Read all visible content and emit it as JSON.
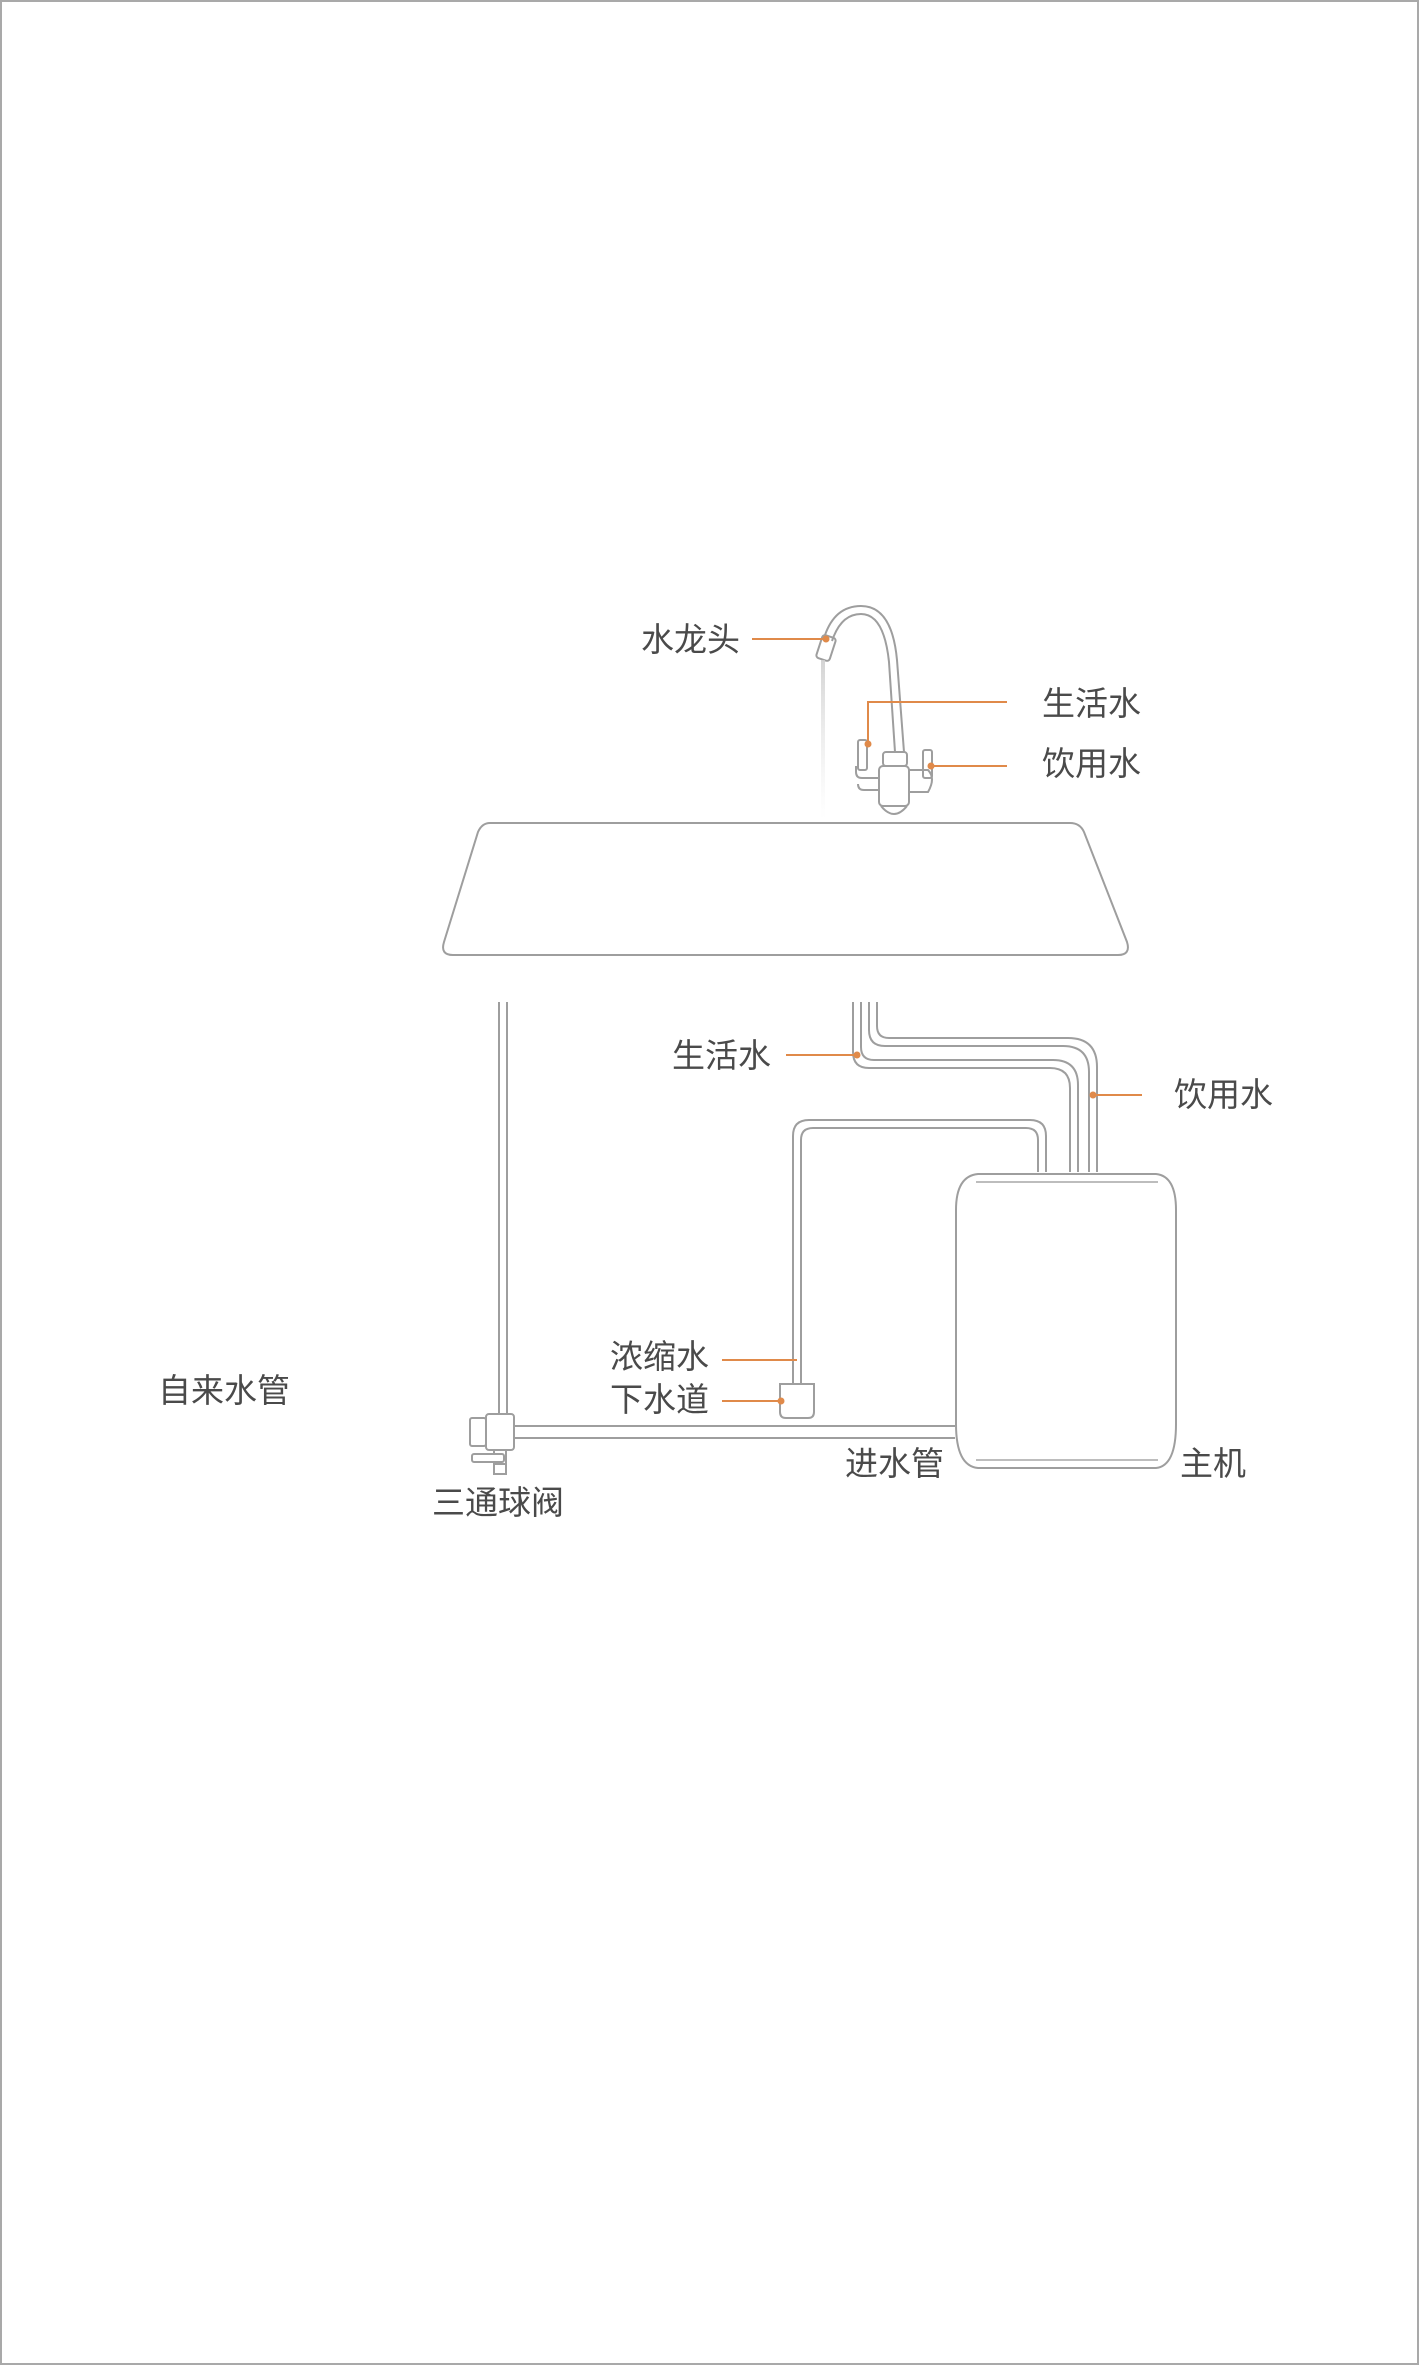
{
  "labels": {
    "faucet": "水龙头",
    "tap_domestic": "生活水",
    "tap_drinking": "饮用水",
    "pipe_domestic": "生活水",
    "pipe_drinking": "饮用水",
    "concentrate": "浓缩水",
    "drain": "下水道",
    "tap_water_pipe": "自来水管",
    "three_way_valve": "三通球阀",
    "inlet_pipe": "进水管",
    "main_unit": "主机"
  },
  "colors": {
    "line": "#9e9e9e",
    "leader": "#e08a4a",
    "text": "#4a4a4a",
    "frame": "#a9a9a9"
  }
}
